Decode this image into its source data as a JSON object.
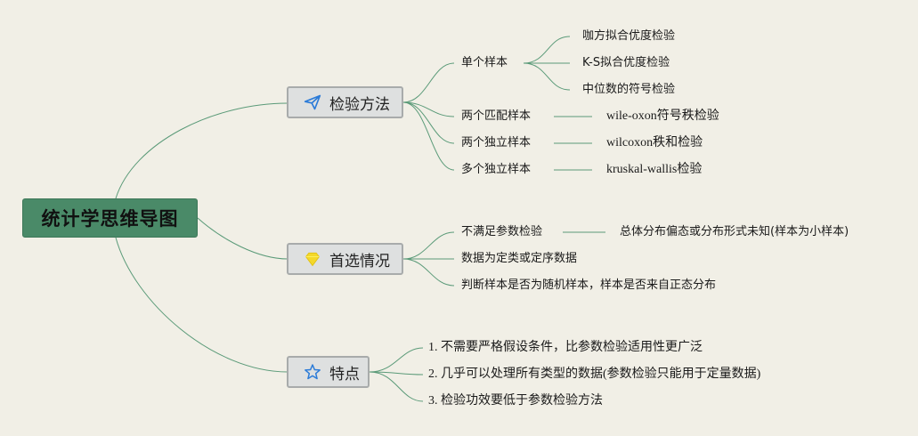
{
  "root": {
    "title": "统计学思维导图"
  },
  "branches": {
    "methods": {
      "label": "检验方法",
      "icon": "paper-plane-icon",
      "single": {
        "label": "单个样本",
        "items": [
          "咖方拟合优度检验",
          "K-S拟合优度检验",
          "中位数的符号检验"
        ]
      },
      "paired": {
        "label": "两个匹配样本",
        "item": "wile-oxon符号秩检验"
      },
      "two_indep": {
        "label": "两个独立样本",
        "item": "wilcoxon秩和检验"
      },
      "multi_indep": {
        "label": "多个独立样本",
        "item": "kruskal-wallis检验"
      }
    },
    "preferred": {
      "label": "首选情况",
      "icon": "gem-icon",
      "unmet": {
        "label": "不满足参数检验",
        "item": "总体分布偏态或分布形式未知(样本为小样本)"
      },
      "items": [
        "数据为定类或定序数据",
        "判断样本是否为随机样本，样本是否来自正态分布"
      ]
    },
    "features": {
      "label": "特点",
      "icon": "star-icon",
      "items": [
        "1. 不需要严格假设条件，比参数检验适用性更广泛",
        "2. 几乎可以处理所有类型的数据(参数检验只能用于定量数据)",
        "3. 检验功效要低于参数检验方法"
      ]
    }
  },
  "colors": {
    "background": "#f1efe6",
    "root": "#4a8a68",
    "branch_bg": "#dee0e0",
    "link": "#5a9a78"
  }
}
